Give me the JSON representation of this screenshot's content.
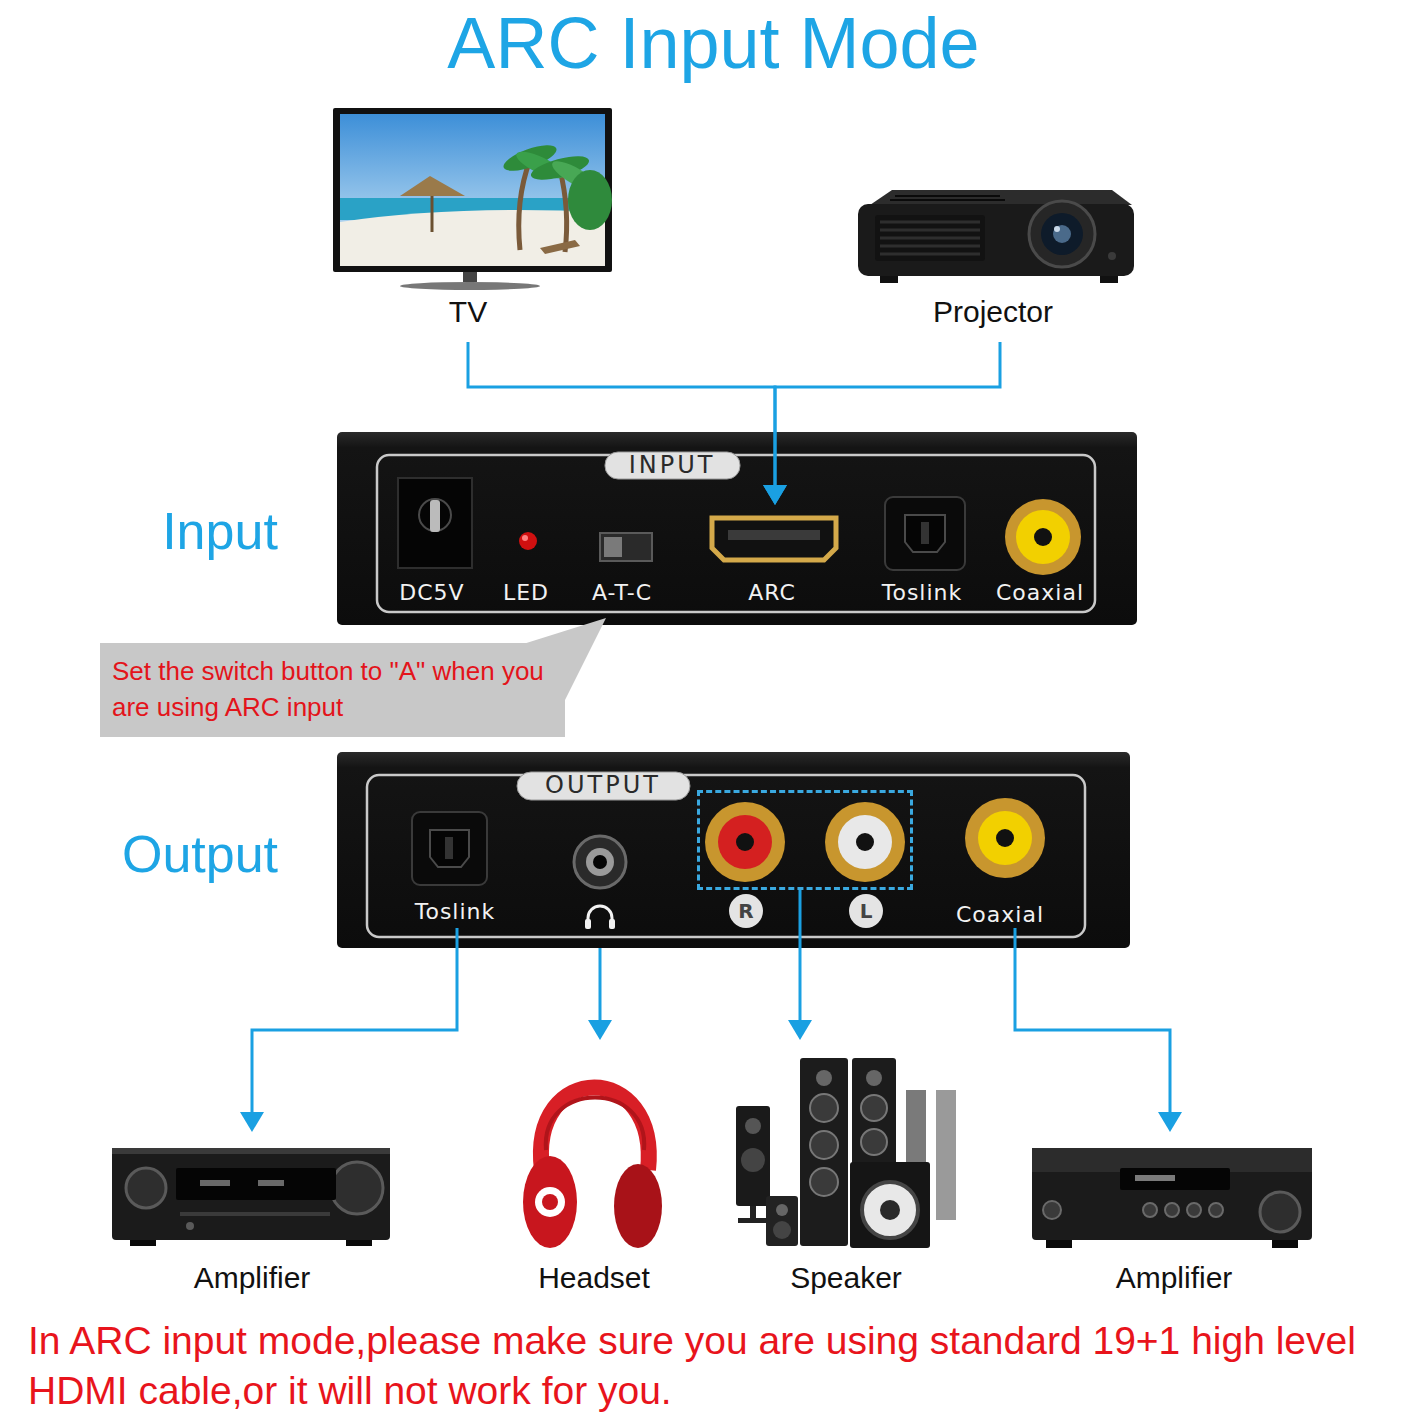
{
  "diagram": {
    "title": "ARC Input Mode",
    "caption": "In ARC input mode,please make sure you are using standard 19+1 high level HDMI cable,or it will not work for you.",
    "nodes": [
      {
        "text": [
          "TV"
        ]
      },
      {
        "text": [
          "Projector"
        ]
      },
      {
        "text": [
          "Input",
          "INPUT"
        ]
      },
      {
        "text": [
          "DC5V"
        ],
        "in": 2
      },
      {
        "text": [
          "LED"
        ],
        "in": 2
      },
      {
        "text": [
          "A-T-C"
        ],
        "in": 2
      },
      {
        "text": [
          "ARC"
        ],
        "in": 2
      },
      {
        "text": [
          "Toslink"
        ],
        "in": 2
      },
      {
        "text": [
          "Coaxial"
        ],
        "in": 2
      },
      {
        "text": [
          "Set the switch button to \"A\" when you are using ARC input"
        ]
      },
      {
        "text": [
          "Output",
          "OUTPUT"
        ]
      },
      {
        "text": [
          "Toslink"
        ],
        "in": 10
      },
      {
        "text": [
          "R",
          "L"
        ],
        "in": 10
      },
      {
        "text": [
          "Coaxial"
        ],
        "in": 10
      },
      {
        "text": [
          "Amplifier"
        ]
      },
      {
        "text": [
          "Headset"
        ]
      },
      {
        "text": [
          "Speaker"
        ]
      },
      {
        "text": [
          "Amplifier"
        ]
      }
    ],
    "edges": [
      {
        "from": 0,
        "to": 6,
        "arrow": "to"
      },
      {
        "from": 1,
        "to": 6,
        "arrow": "to"
      },
      {
        "from": 11,
        "to": 14,
        "arrow": "to"
      },
      {
        "from": 10,
        "to": 15,
        "arrow": "to"
      },
      {
        "from": 12,
        "to": 16,
        "arrow": "to"
      },
      {
        "from": 13,
        "to": 17,
        "arrow": "to"
      }
    ]
  }
}
